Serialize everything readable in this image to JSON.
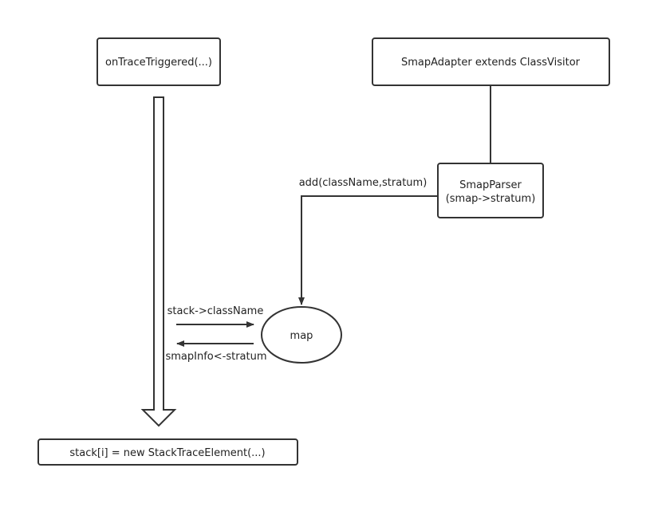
{
  "nodes": {
    "on_trace_triggered": "onTraceTriggered(...)",
    "smap_adapter": "SmapAdapter extends ClassVisitor",
    "smap_parser_line1": "SmapParser",
    "smap_parser_line2": "(smap->stratum)",
    "map": "map",
    "stack_element": "stack[i] = new StackTraceElement(...)"
  },
  "edges": {
    "add": "add(className,stratum)",
    "stack_to_map": "stack->className",
    "map_to_stack": "smapInfo<-stratum"
  },
  "colors": {
    "stroke": "#333333",
    "fill": "#ffffff",
    "text": "#222222"
  }
}
